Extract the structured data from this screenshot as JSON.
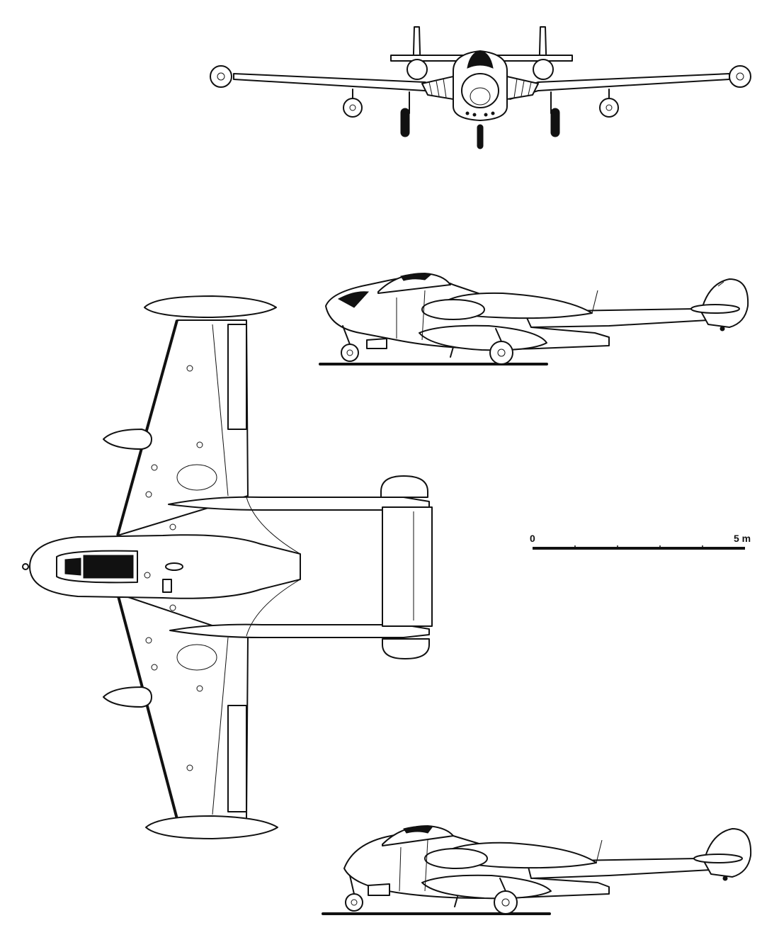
{
  "scale_bar": {
    "start_label": "0",
    "end_label": "5 m",
    "divisions": 5
  },
  "views": [
    {
      "id": "front-view"
    },
    {
      "id": "side-view-1"
    },
    {
      "id": "plan-view"
    },
    {
      "id": "side-view-2"
    }
  ]
}
